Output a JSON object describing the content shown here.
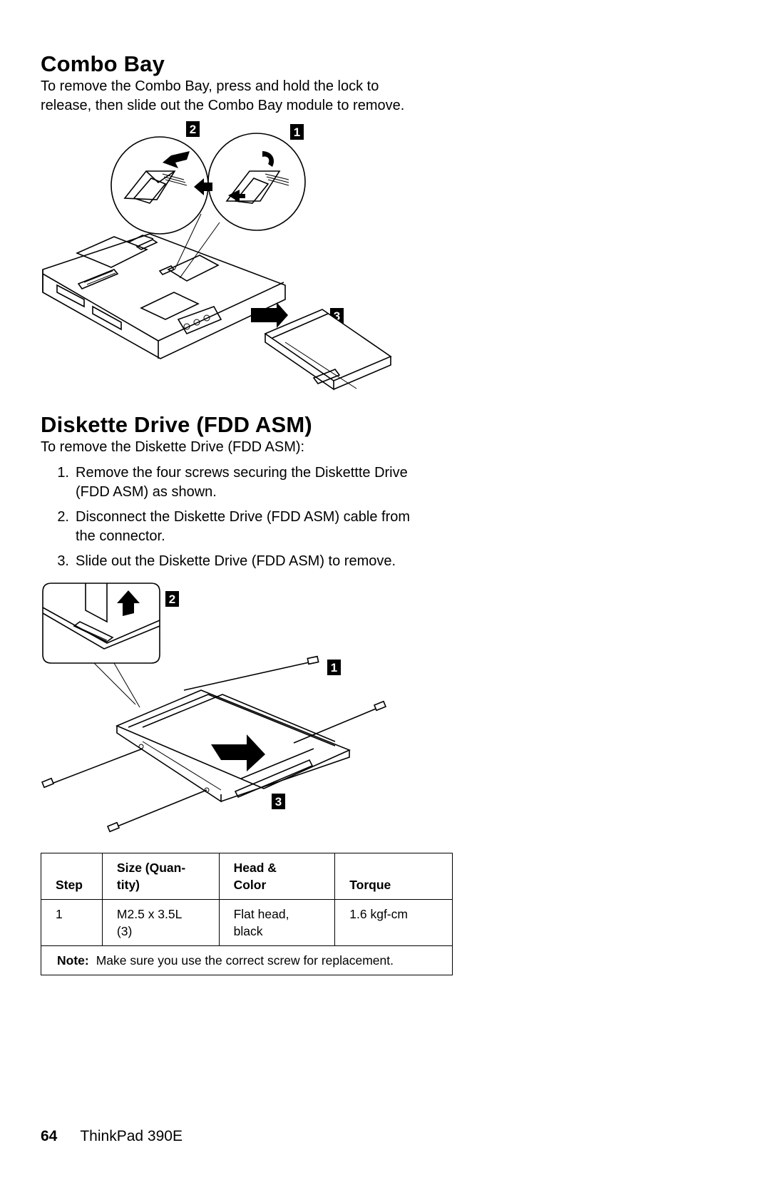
{
  "combo_bay": {
    "heading": "Combo Bay",
    "intro_line1": "To remove the Combo Bay, press and hold the lock to",
    "intro_line2": "release, then slide out the Combo Bay module to remove.",
    "callouts": [
      "2",
      "1",
      "3"
    ]
  },
  "fdd": {
    "heading": "Diskette Drive (FDD ASM)",
    "intro": "To remove the Diskette Drive (FDD ASM):",
    "steps": [
      {
        "num": "1.",
        "line1": "Remove the four screws securing the Diskettte Drive",
        "line2": "(FDD ASM) as shown."
      },
      {
        "num": "2.",
        "line1": "Disconnect the Diskette Drive (FDD ASM) cable from",
        "line2": "the connector."
      },
      {
        "num": "3.",
        "line1": "Slide out the Diskette Drive (FDD ASM) to remove.",
        "line2": ""
      }
    ],
    "callouts": [
      "2",
      "1",
      "3"
    ]
  },
  "screw_table": {
    "headers": {
      "step": "Step",
      "size_line1": "Size (Quan-",
      "size_line2": "tity)",
      "head_line1": "Head &",
      "head_line2": "Color",
      "torque": "Torque"
    },
    "row": {
      "step": "1",
      "size_line1": "M2.5 x 3.5L",
      "size_line2": "(3)",
      "head_line1": "Flat head,",
      "head_line2": "black",
      "torque": "1.6 kgf-cm"
    },
    "note_label": "Note:",
    "note_text": "Make sure you use the correct screw for replacement."
  },
  "footer": {
    "page_number": "64",
    "product": "ThinkPad 390E"
  }
}
